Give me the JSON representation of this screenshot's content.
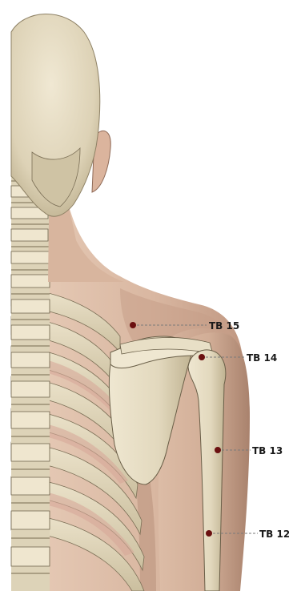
{
  "points": [
    {
      "id": "tb15",
      "label": "TB 15"
    },
    {
      "id": "tb14",
      "label": "TB 14"
    },
    {
      "id": "tb13",
      "label": "TB 13"
    },
    {
      "id": "tb12",
      "label": "TB 12"
    }
  ],
  "colors": {
    "background": "#ffffff",
    "skin": "#d9b7a1",
    "skin_shadow": "#b98f78",
    "skin_light": "#ecd4c2",
    "bone": "#e6ddc3",
    "bone_shadow": "#b8ab8a",
    "bone_outline": "#6a5f48",
    "point": "#6b1010",
    "leader_line": "#7a7a7a"
  },
  "icons": [
    "acupoint-dot-icon"
  ]
}
